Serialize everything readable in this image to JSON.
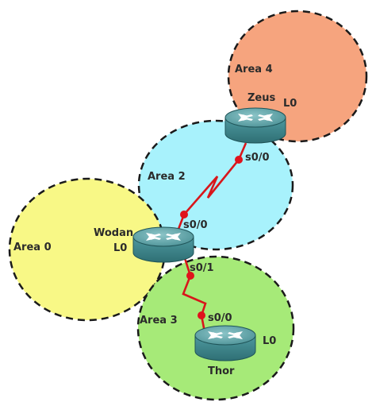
{
  "areas": {
    "area4": {
      "label": "Area 4",
      "color": "#f6a47e"
    },
    "area2": {
      "label": "Area 2",
      "color": "#a8f2fc"
    },
    "area0": {
      "label": "Area 0",
      "color": "#f8f886"
    },
    "area3": {
      "label": "Area 3",
      "color": "#a6ea78"
    }
  },
  "routers": {
    "zeus": {
      "name": "Zeus",
      "loopback": "L0"
    },
    "wodan": {
      "name": "Wodan",
      "loopback": "L0"
    },
    "thor": {
      "name": "Thor",
      "loopback": "L0"
    }
  },
  "interfaces": {
    "zeus_s00": "s0/0",
    "wodan_s00": "s0/0",
    "wodan_s01": "s0/1",
    "thor_s00": "s0/0"
  },
  "colors": {
    "serial_link": "#d8161b",
    "router_body": "#3f8a8e",
    "router_top": "#5aa3a7"
  },
  "icons": {
    "router": "router-icon"
  }
}
